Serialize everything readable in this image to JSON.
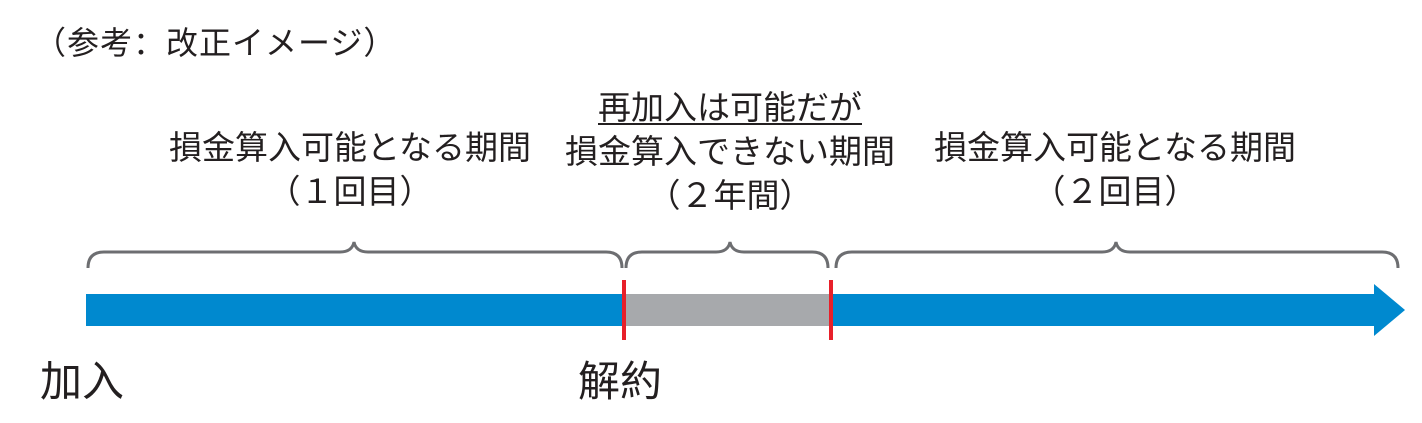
{
  "caption": "（参考：改正イメージ）",
  "periods": [
    {
      "line1": "損金算入可能となる期間",
      "line2": "（１回目）"
    },
    {
      "line0": "再加入は可能だが",
      "line1": "損金算入できない期間",
      "line2": "（２年間）"
    },
    {
      "line1": "損金算入可能となる期間",
      "line2": "（２回目）"
    }
  ],
  "labels": {
    "join": "加入",
    "cancel": "解約"
  },
  "colors": {
    "timeline": "#0089cf",
    "blocked": "#a7a9ac",
    "marker": "#e8202a",
    "brace": "#6d6e71",
    "text": "#231f20"
  }
}
